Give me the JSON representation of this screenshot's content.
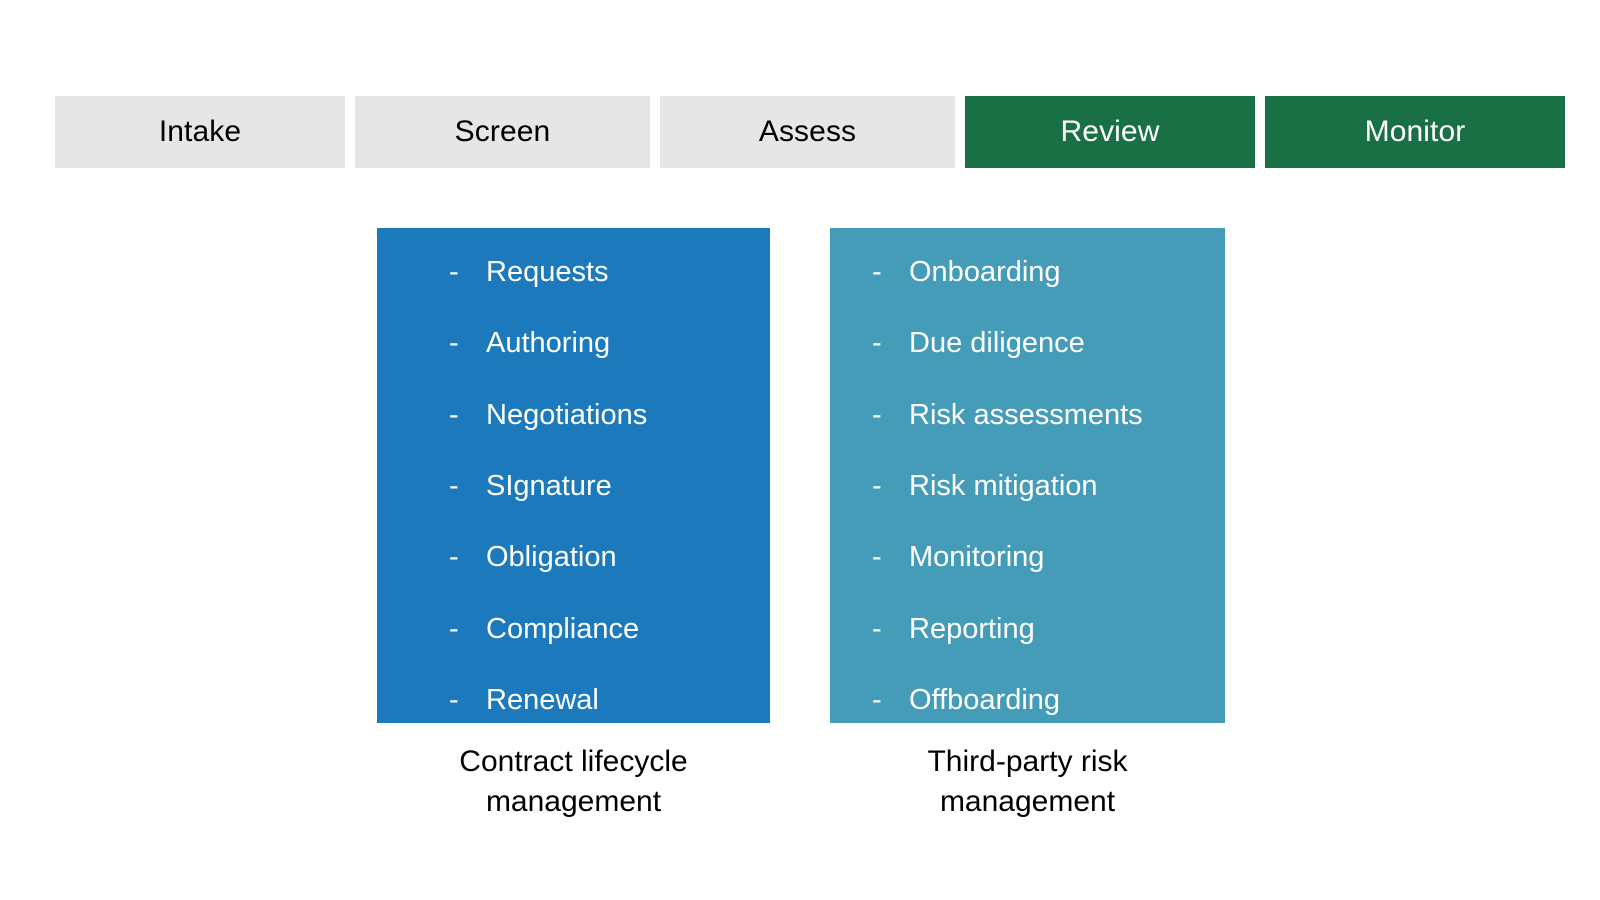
{
  "colors": {
    "background": "#ffffff",
    "tab_inactive_bg": "#e6e6e6",
    "tab_inactive_text": "#000000",
    "tab_active_bg": "#1a7045",
    "tab_active_text": "#ffffff",
    "card_clm_bg": "#1b79bc",
    "card_tprm_bg": "#459cb8",
    "card_text": "#ffffff",
    "caption_text": "#000000"
  },
  "phase_strip": {
    "name": "process-phase-tabs",
    "tabs": [
      {
        "label": "Intake",
        "state": "inactive"
      },
      {
        "label": "Screen",
        "state": "inactive"
      },
      {
        "label": "Assess",
        "state": "inactive"
      },
      {
        "label": "Review",
        "state": "active"
      },
      {
        "label": "Monitor",
        "state": "active"
      }
    ]
  },
  "cards": [
    {
      "id": "clm",
      "caption": "Contract lifecycle\nmanagement",
      "bullet": "-",
      "items": [
        "Requests",
        "Authoring",
        "Negotiations",
        "SIgnature",
        "Obligation",
        "Compliance",
        "Renewal"
      ]
    },
    {
      "id": "tprm",
      "caption": "Third-party risk\nmanagement",
      "bullet": "-",
      "items": [
        "Onboarding",
        "Due diligence",
        "Risk assessments",
        "Risk mitigation",
        "Monitoring",
        "Reporting",
        "Offboarding"
      ]
    }
  ]
}
